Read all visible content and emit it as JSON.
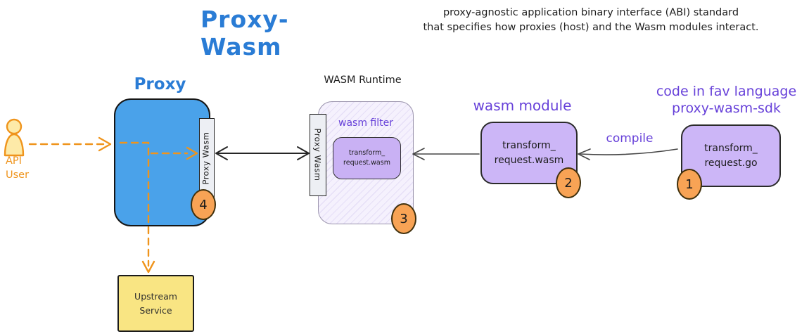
{
  "header": {
    "title": "Proxy-Wasm",
    "subtitle_line1": "proxy-agnostic application binary interface (ABI) standard",
    "subtitle_line2": "that specifies how proxies (host) and the Wasm modules interact."
  },
  "api_user": {
    "icon": "user-icon",
    "label_line1": "API",
    "label_line2": "User"
  },
  "proxy": {
    "label": "Proxy",
    "strip_label": "Proxy Wasm",
    "badge": "4"
  },
  "runtime": {
    "label": "WASM Runtime",
    "strip_label": "Proxy Wasm",
    "filter_label": "wasm filter",
    "filter_file_line1": "transform_",
    "filter_file_line2": "request.wasm",
    "badge": "3"
  },
  "module": {
    "label": "wasm module",
    "file_line1": "transform_",
    "file_line2": "request.wasm",
    "badge": "2"
  },
  "code": {
    "label_line1": "code in fav language",
    "label_line2": "proxy-wasm-sdk",
    "file_line1": "transform_",
    "file_line2": "request.go",
    "badge": "1"
  },
  "upstream": {
    "label_line1": "Upstream",
    "label_line2": "Service"
  },
  "edges": {
    "compile_label": "compile"
  },
  "colors": {
    "title-blue": "#2a7cd5",
    "proxy-fill": "#4aa2ea",
    "purple": "#6741d9",
    "module-fill": "#ccb6f7",
    "filter-fill": "#c9b1f4",
    "runtime-fill": "#f5f1fd",
    "runtime-hatch": "#e6dff7",
    "runtime-border": "#9b94ad",
    "strip-fill": "#edeff4",
    "orange": "#ef941c",
    "badge-fill": "#f8a355",
    "user-fill": "#fdeaa8",
    "upstream-fill": "#f9e583",
    "ink": "#1e1e1e"
  }
}
